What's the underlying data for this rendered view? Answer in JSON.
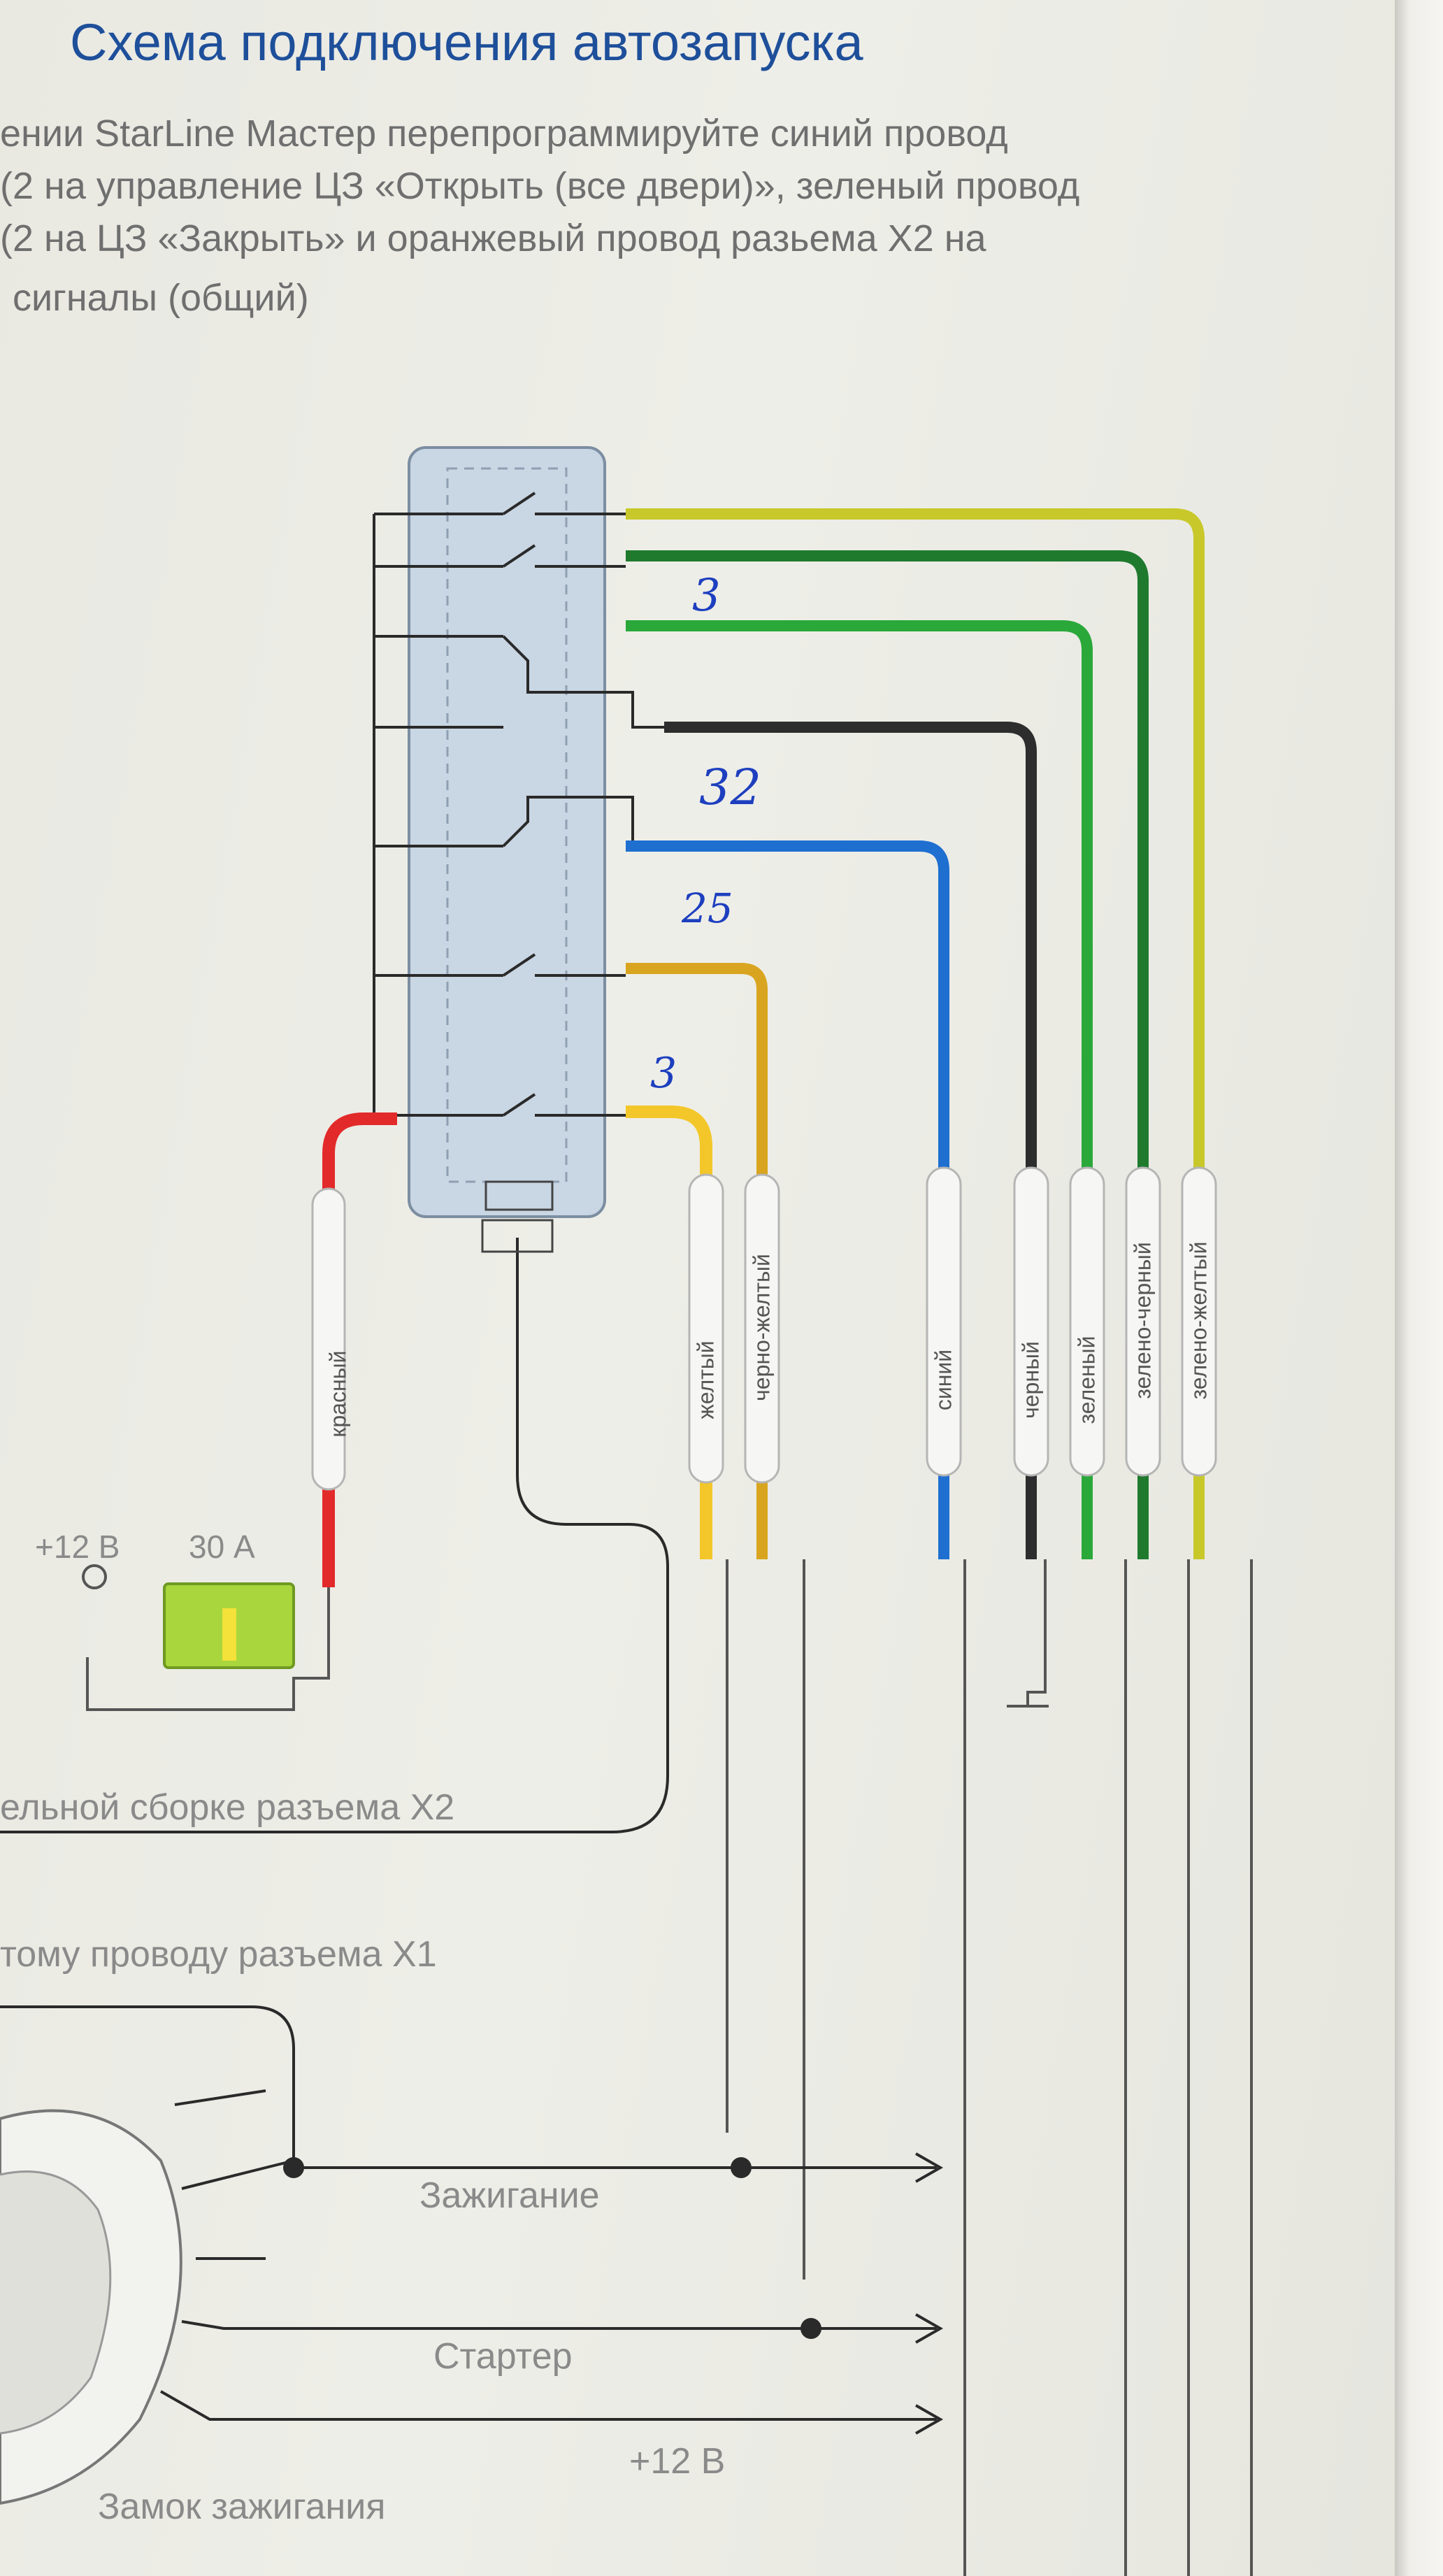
{
  "title": "Схема подключения автозапуска",
  "intro": [
    "ении StarLine Мастер перепрограммируйте синий провод",
    "(2 на управление ЦЗ «Открыть (все двери)», зеленый провод",
    "(2 на ЦЗ «Закрыть» и оранжевый провод разьема X2 на",
    "сигналы (общий)"
  ],
  "wires": [
    {
      "label": "красный",
      "color": "#e22a2a"
    },
    {
      "label": "желтый",
      "color": "#f3c72a"
    },
    {
      "label": "черно-желтый",
      "color": "#3a2f16"
    },
    {
      "label": "синий",
      "color": "#1e6fd0"
    },
    {
      "label": "черный",
      "color": "#2d2d2d"
    },
    {
      "label": "зеленый",
      "color": "#2aa83a"
    },
    {
      "label": "зелено-черный",
      "color": "#1f7a2e"
    },
    {
      "label": "зелено-желтый",
      "color": "#c8c82a"
    }
  ],
  "fuse": {
    "voltage": "+12 В",
    "rating": "30 А"
  },
  "handwriting": {
    "w1": "3",
    "w2": "32",
    "w3": "25",
    "w4": "3"
  },
  "notes": {
    "x2": "ельной сборке разъема X2",
    "x1": "тому проводу разъема X1"
  },
  "lock": {
    "ignition": "Зажигание",
    "starter": "Стартер",
    "plus12": "+12 В",
    "lock_label": "Замок зажигания"
  }
}
